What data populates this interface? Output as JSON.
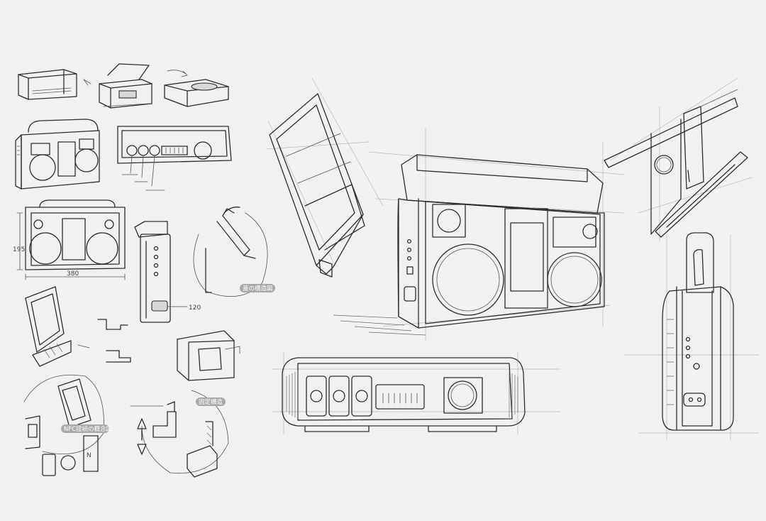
{
  "annotations": {
    "dim_height": "195",
    "dim_width": "380",
    "dim_depth": "120"
  },
  "labels": {
    "lid_structure": "蓋の構造図",
    "nfc_concept": "NFC接続の概念図",
    "fix_structure": "固定構造"
  },
  "colors": {
    "background": "#f1f1f1",
    "ink": "#2d2d2d",
    "label_pill": "#a9a9a9"
  }
}
